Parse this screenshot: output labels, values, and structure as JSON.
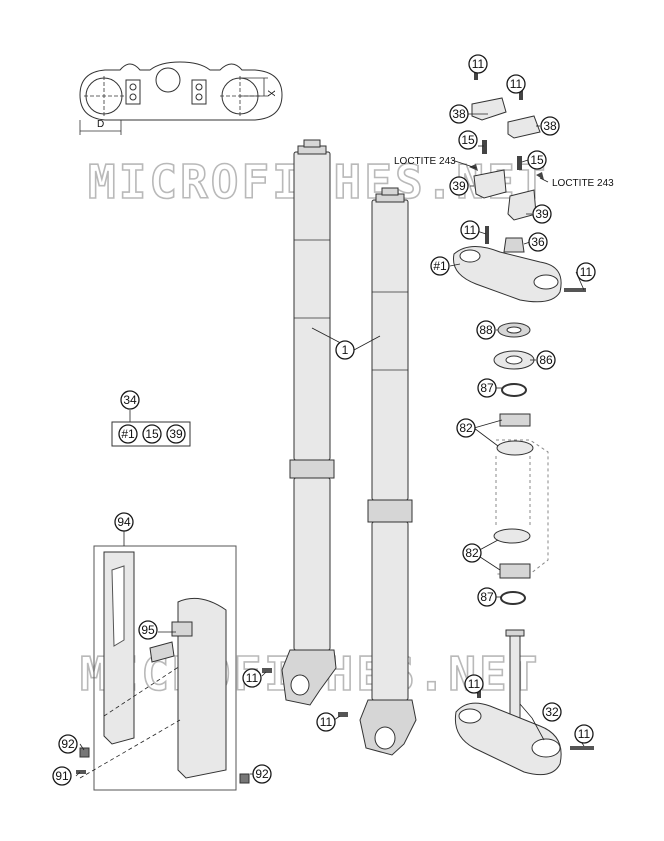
{
  "watermark": "MICROFICHES.NET",
  "dimensions": {
    "d": "D",
    "x": "X"
  },
  "loctite": {
    "left": "LOCTITE 243",
    "right": "LOCTITE 243"
  },
  "callouts": {
    "c11a": "11",
    "c11b": "11",
    "c38a": "38",
    "c38b": "38",
    "c15a": "15",
    "c15b": "15",
    "c39a": "39",
    "c39b": "39",
    "c11c": "11",
    "c36": "36",
    "c1hash": "#1",
    "c11d": "11",
    "c88": "88",
    "c86": "86",
    "c87a": "87",
    "c82a": "82",
    "c1": "1",
    "c34": "34",
    "c82b": "82",
    "c87b": "87",
    "c94": "94",
    "c95": "95",
    "c11e": "11",
    "c11f": "11",
    "c11g": "11",
    "c32": "32",
    "c11h": "11",
    "c92a": "92",
    "c91": "91",
    "c92b": "92"
  },
  "kit34": {
    "items": [
      "#1",
      "15",
      "39"
    ]
  }
}
